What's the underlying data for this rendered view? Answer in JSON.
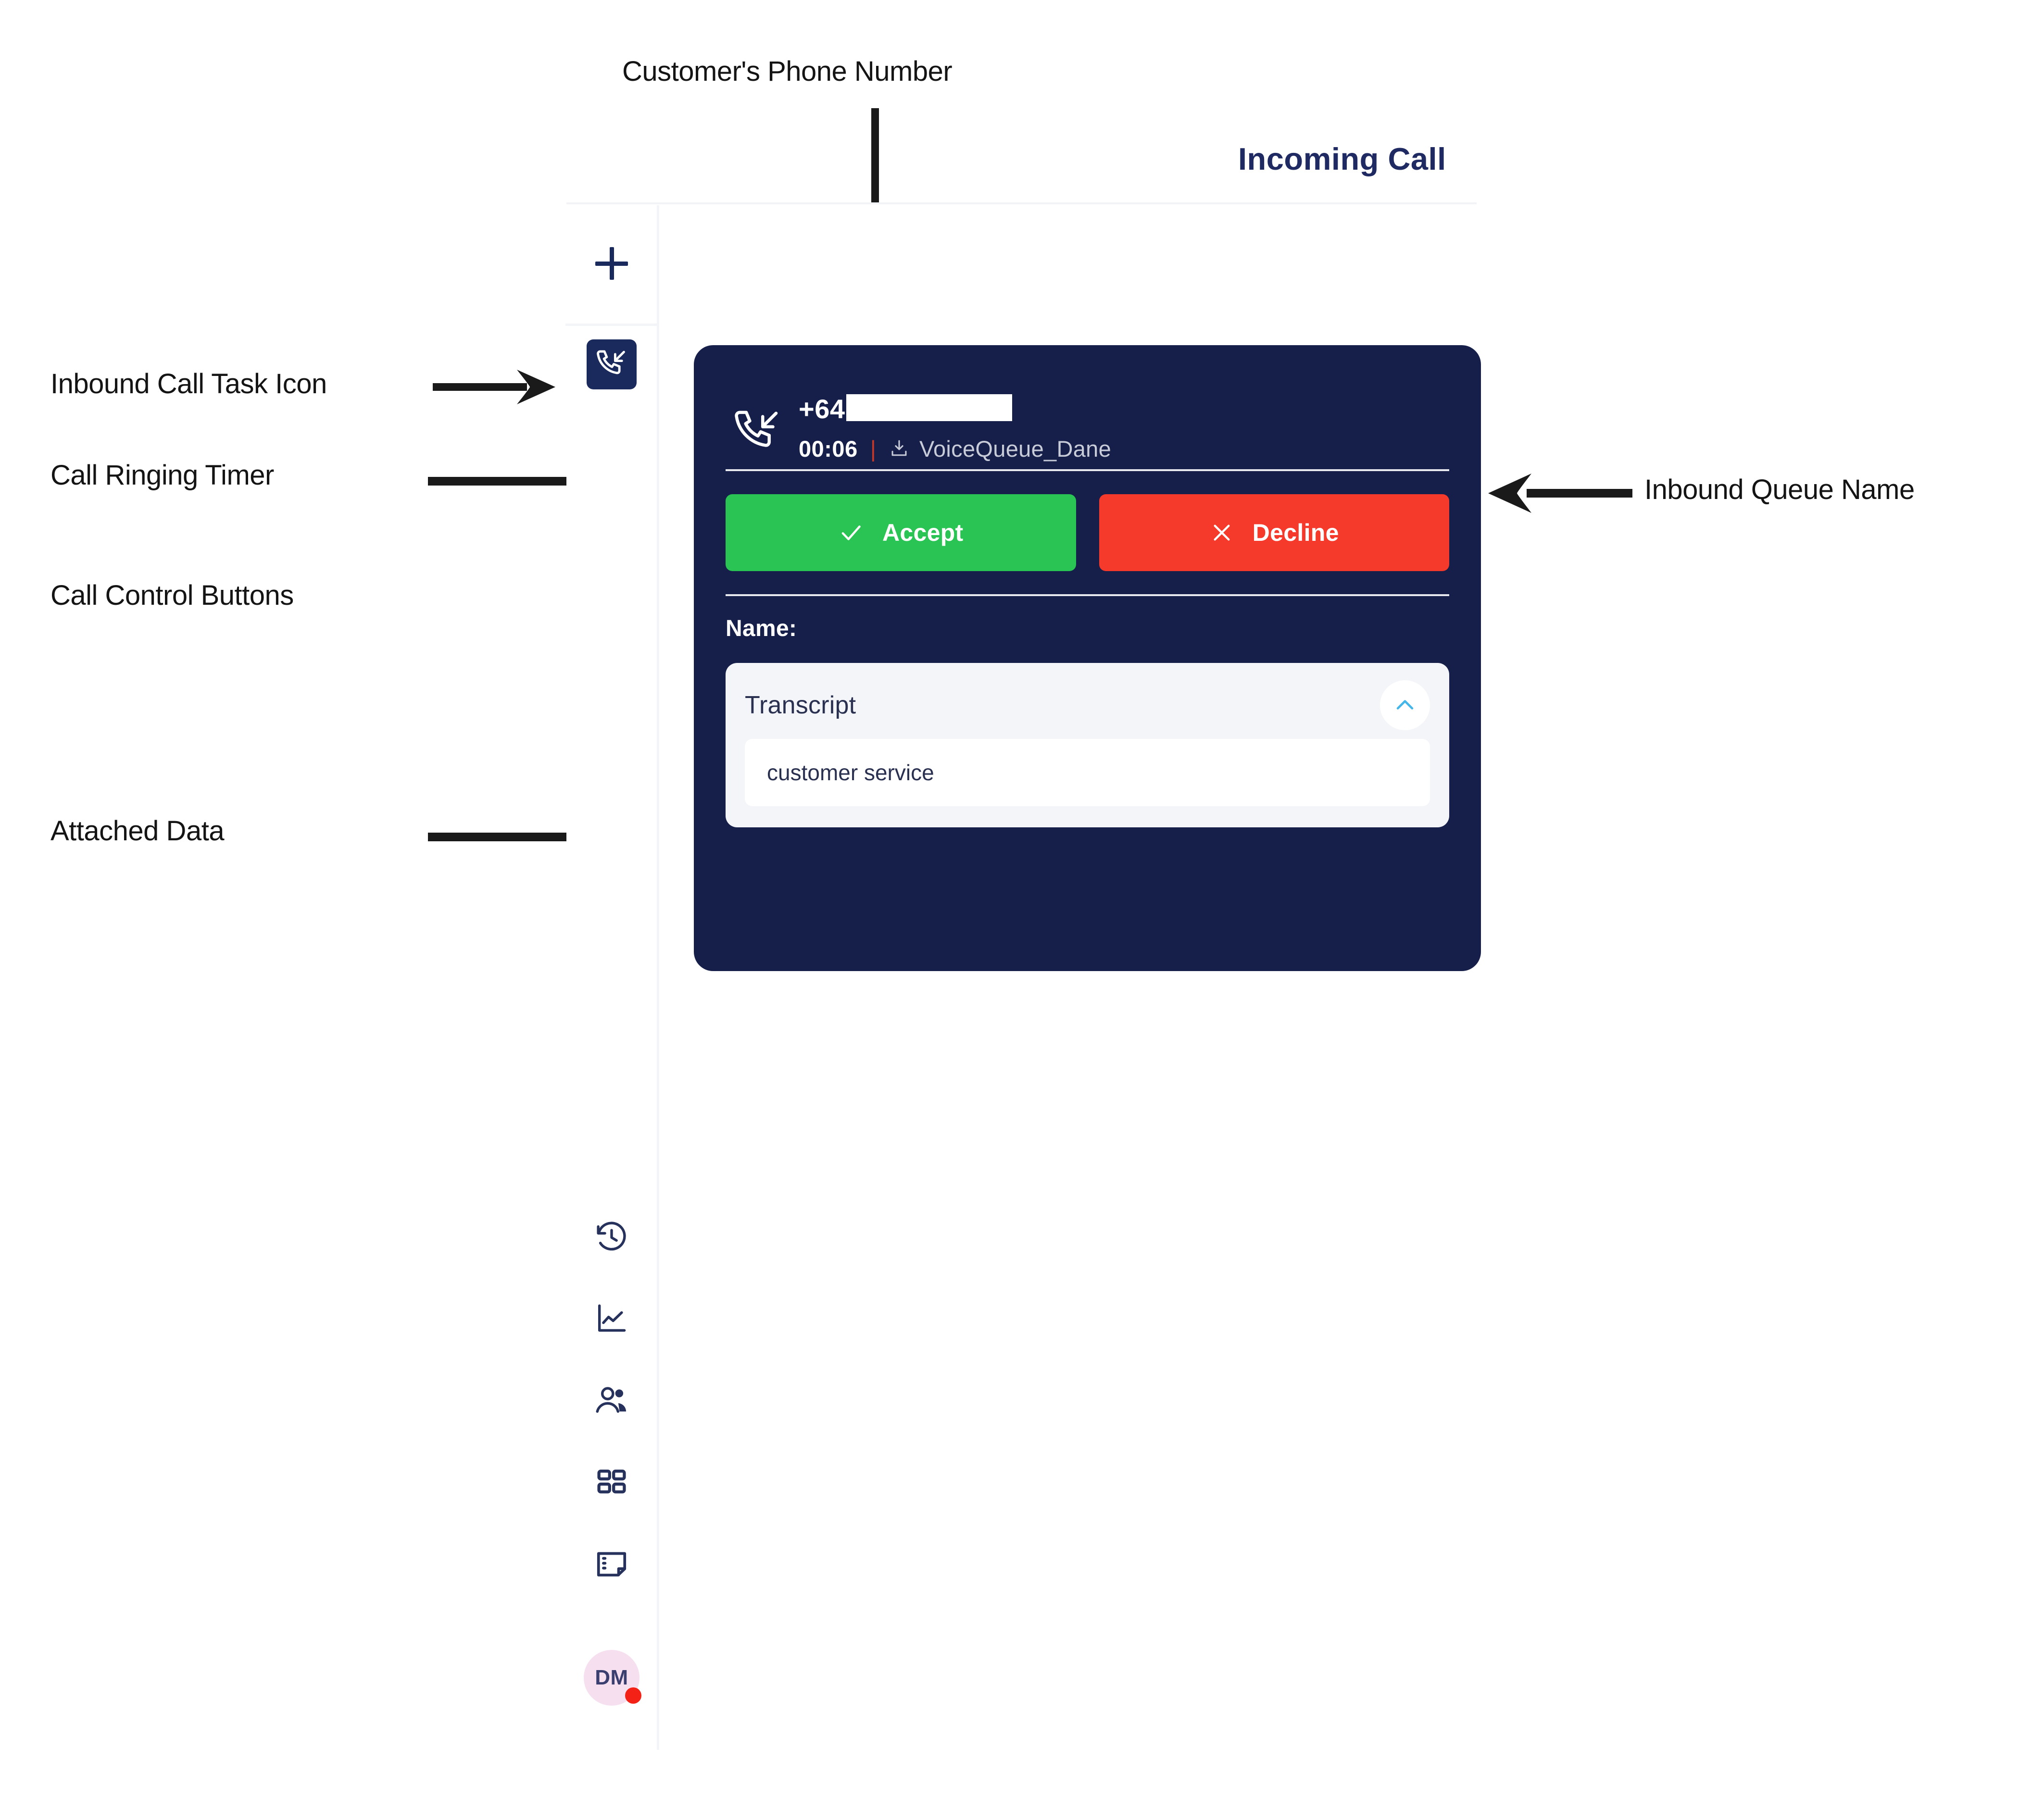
{
  "annotations": [
    {
      "id": "customers-phone-number",
      "text": "Customer's Phone Number"
    },
    {
      "id": "inbound-call-task-icon",
      "text": "Inbound Call Task Icon"
    },
    {
      "id": "call-ringing-timer",
      "text": "Call Ringing Timer"
    },
    {
      "id": "call-control-buttons",
      "text": "Call Control Buttons"
    },
    {
      "id": "attached-data",
      "text": "Attached Data"
    },
    {
      "id": "inbound-queue-name",
      "text": "Inbound Queue Name"
    }
  ],
  "header": {
    "title": "Incoming Call",
    "title_color": "#1f2a62"
  },
  "sidebar": {
    "add_icon": "plus-icon",
    "task_icon": "inbound-call-icon",
    "nav_items": [
      {
        "name": "history",
        "icon": "history-clock-icon"
      },
      {
        "name": "analytics",
        "icon": "line-chart-icon"
      },
      {
        "name": "contacts",
        "icon": "people-icon"
      },
      {
        "name": "apps",
        "icon": "grid-apps-icon"
      },
      {
        "name": "notes",
        "icon": "note-icon"
      }
    ],
    "avatar": {
      "initials": "DM",
      "background": "#f6e0f0",
      "text_color": "#3b3f70",
      "status_dot_color": "#f42216"
    }
  },
  "call_card": {
    "background": "#161f4a",
    "direction_icon": "inbound-call-icon",
    "phone_number": "+64",
    "phone_redacted": true,
    "ring_timer": "00:06",
    "separator": "|",
    "queue_icon": "download-tray-icon",
    "queue_name": "VoiceQueue_Dane",
    "buttons": [
      {
        "name": "accept",
        "label": "Accept",
        "glyph": "check-icon",
        "color": "#29c453"
      },
      {
        "name": "decline",
        "label": "Decline",
        "glyph": "x-icon",
        "color": "#f5392a"
      }
    ],
    "name_label": "Name:",
    "name_value": "",
    "attached_data": {
      "panel_title": "Transcript",
      "toggle_icon": "chevron-up-icon",
      "toggle_color": "#44b6e8",
      "value": "customer service"
    }
  }
}
